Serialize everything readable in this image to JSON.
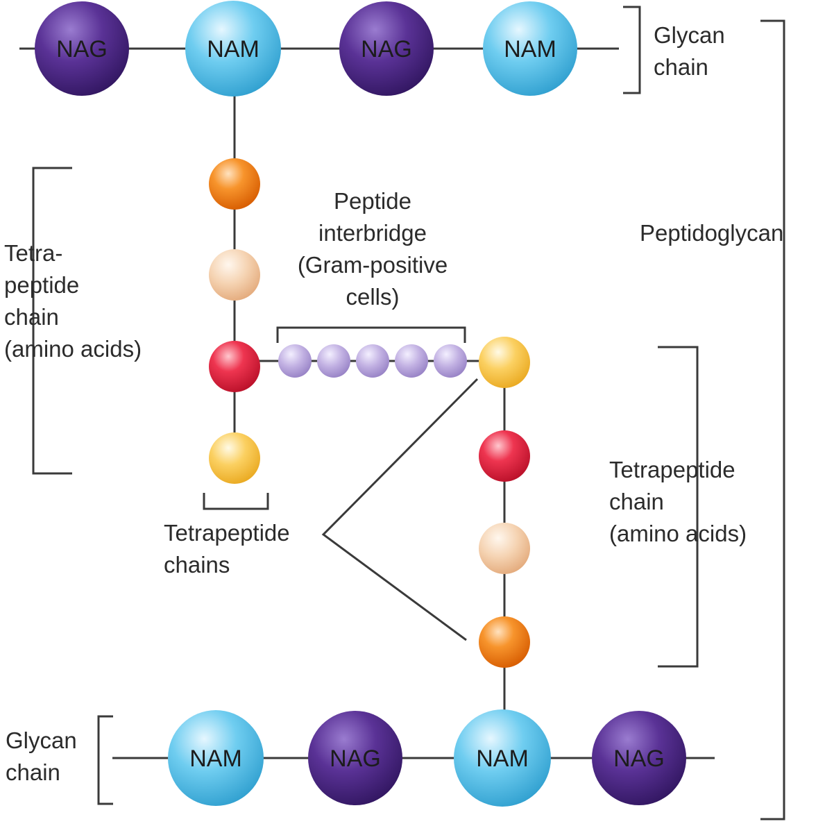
{
  "colors": {
    "nag": "#4f2a8a",
    "nam": "#55bfe8",
    "aa_orange": "#f07a12",
    "aa_peach": "#f3c8a0",
    "aa_red": "#e0203c",
    "aa_yellow": "#f8c24a",
    "interbridge": "#b9a6dc",
    "line": "#3a3a3a"
  },
  "top_glycan": {
    "sugars": [
      "NAG",
      "NAM",
      "NAG",
      "NAM"
    ],
    "label_lines": [
      "Glycan",
      "chain"
    ]
  },
  "bottom_glycan": {
    "sugars": [
      "NAM",
      "NAG",
      "NAM",
      "NAG"
    ],
    "label_lines": [
      "Glycan",
      "chain"
    ]
  },
  "peptidoglycan_label": "Peptidoglycan",
  "left_tetrapeptide_label": [
    "Tetra-",
    "peptide",
    "chain",
    "(amino acids)"
  ],
  "right_tetrapeptide_label": [
    "Tetrapeptide",
    "chain",
    "(amino acids)"
  ],
  "interbridge_label": [
    "Peptide",
    "interbridge",
    "(Gram-positive",
    "cells)"
  ],
  "tetrapeptide_chains_label": [
    "Tetrapeptide",
    "chains"
  ]
}
